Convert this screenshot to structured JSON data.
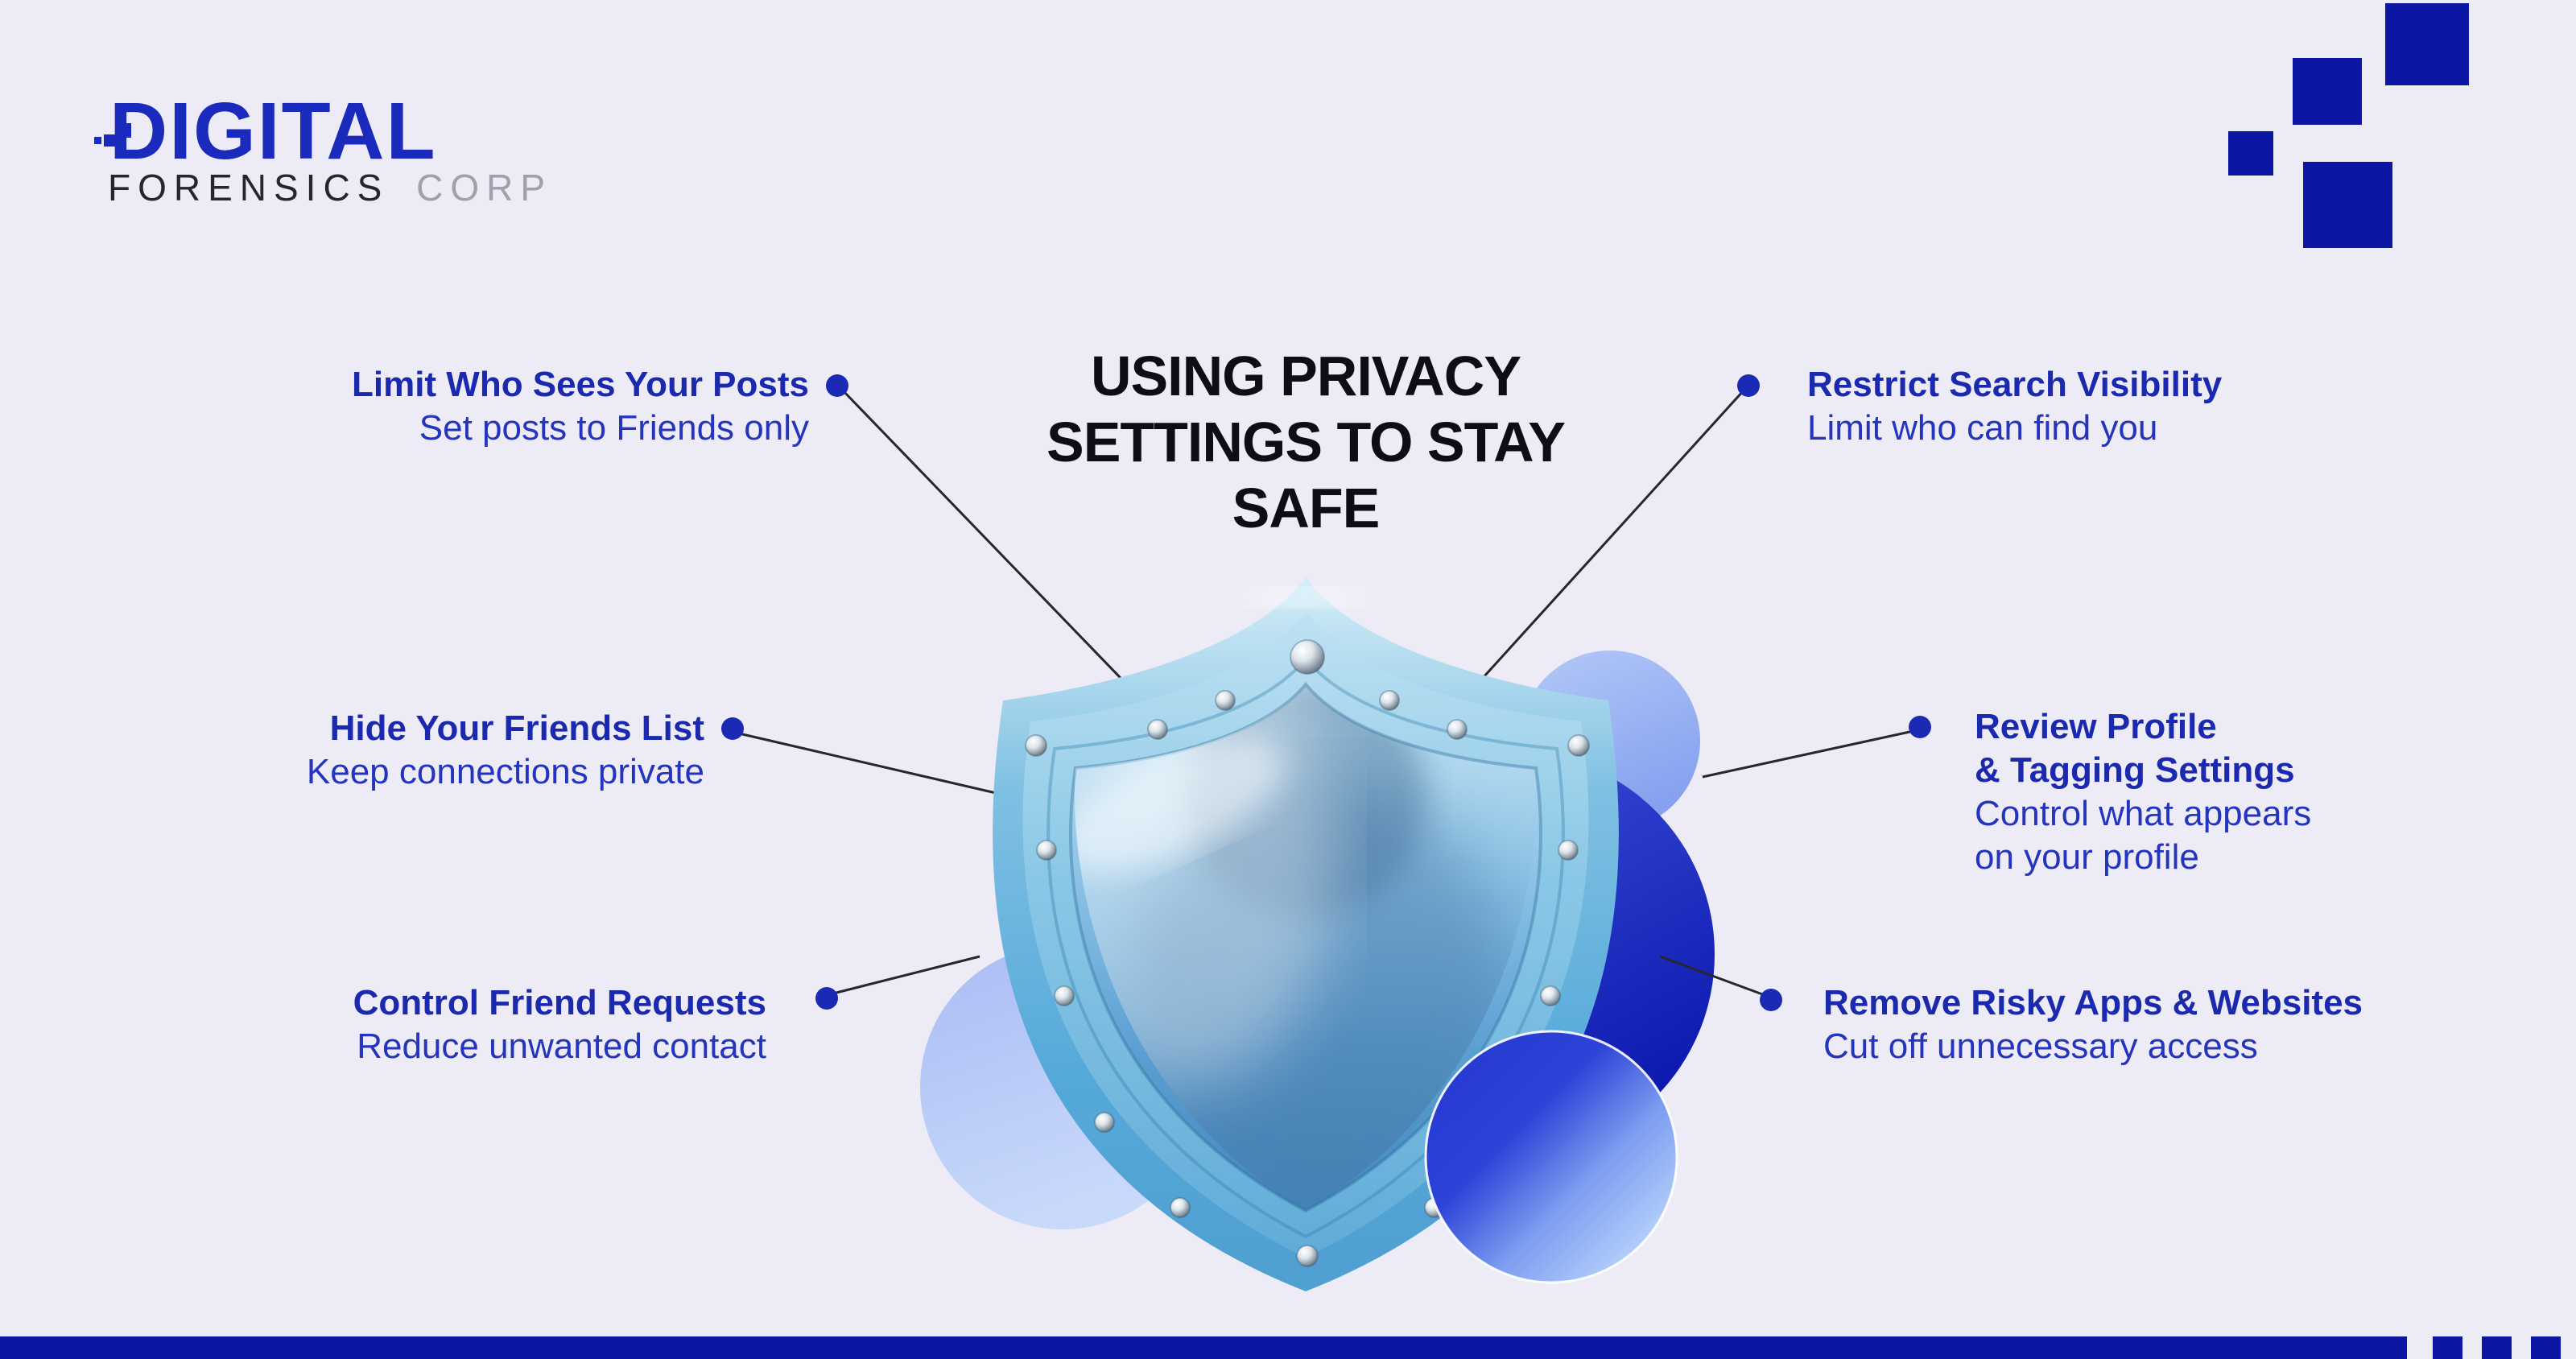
{
  "brand": {
    "wordmark": "DIGITAL",
    "line2": "FORENSICS",
    "line2_suffix": "CORP"
  },
  "title": {
    "lines": [
      "USING PRIVACY",
      "SETTINGS TO STAY",
      "SAFE"
    ]
  },
  "callouts": {
    "left": [
      {
        "title": "Limit Who Sees Your Posts",
        "subtitle": "Set posts to Friends only"
      },
      {
        "title": "Hide Your Friends List",
        "subtitle": "Keep connections private"
      },
      {
        "title": "Control Friend Requests",
        "subtitle": "Reduce unwanted contact"
      }
    ],
    "right": [
      {
        "title": "Restrict Search Visibility",
        "subtitle": "Limit who can find you"
      },
      {
        "title": "Review Profile\n& Tagging Settings",
        "subtitle": "Control what appears\non your profile"
      },
      {
        "title": "Remove Risky Apps & Websites",
        "subtitle": "Cut off unnecessary access"
      }
    ]
  },
  "illustration": "3d-blue-security-shield",
  "colors": {
    "background": "#edecf6",
    "title_text": "#0d0d13",
    "callout_title": "#1b29af",
    "callout_subtitle": "#2434bd",
    "dot": "#1b2ab4",
    "line": "#26262e",
    "brand_blue": "#1a2abd",
    "brand_dark": "#26262b",
    "brand_gray": "#9fa0ab",
    "footer_bar": "#0b16a4",
    "corner_square": "#0b16a4"
  }
}
